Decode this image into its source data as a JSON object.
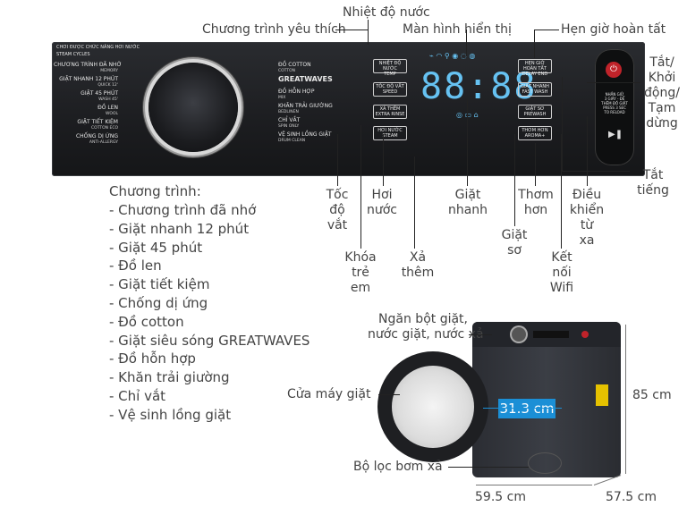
{
  "labels": {
    "nhiet_do": "Nhiệt độ nước",
    "chuong_trinh_yt": "Chương trình yêu thích",
    "man_hinh": "Màn hình hiển thị",
    "hen_gio": "Hẹn giờ hoàn tất",
    "tat_khoi_dong": [
      "Tắt/",
      "Khởi",
      "động/",
      "Tạm",
      "dừng"
    ],
    "tat_tieng": [
      "Tắt",
      "tiếng"
    ],
    "toc_do_vat": [
      "Tốc",
      "độ",
      "vắt"
    ],
    "hoi_nuoc": [
      "Hơi",
      "nước"
    ],
    "khoa_tre_em": [
      "Khóa",
      "trẻ",
      "em"
    ],
    "xa_them": [
      "Xả",
      "thêm"
    ],
    "giat_nhanh": [
      "Giặt",
      "nhanh"
    ],
    "giat_so": [
      "Giặt",
      "sơ"
    ],
    "thom_hon": [
      "Thơm",
      "hơn"
    ],
    "ket_noi_wifi": [
      "Kết",
      "nối",
      "Wifi"
    ],
    "dieu_khien_tu_xa": [
      "Điều",
      "khiển",
      "từ",
      "xa"
    ],
    "chuong_trinh_title": "Chương trình:",
    "programs": [
      "- Chương trình đã nhớ",
      "- Giặt nhanh 12 phút",
      "- Giặt 45 phút",
      "- Đồ len",
      "- Giặt tiết kiệm",
      "- Chống dị ứng",
      "- Đồ cotton",
      "- Giặt siêu sóng GREATWAVES",
      "- Đồ hỗn hợp",
      "- Khăn trải giường",
      "- Chỉ vắt",
      "- Vệ sinh lồng giặt"
    ],
    "ngan_bot": [
      "Ngăn bột giặt,",
      "nước giặt, nước xả"
    ],
    "cua_may": "Cửa máy giặt",
    "bo_loc": "Bộ lọc bơm xả",
    "dim_height": "85 cm",
    "dim_width": "59.5 cm",
    "dim_depth": "57.5 cm",
    "dim_door": "31.3 cm"
  },
  "panel": {
    "top_note": "CHƠI ĐƯỢC CHỨC NĂNG HƠI NƯỚC",
    "steam_cycles": "STEAM CYCLES",
    "left_list": [
      {
        "vi": "CHƯƠNG TRÌNH ĐÃ NHỚ",
        "en": "MEMORY"
      },
      {
        "vi": "GIẶT NHANH 12 PHÚT",
        "en": "QUICK 12'"
      },
      {
        "vi": "GIẶT 45 PHÚT",
        "en": "WASH 45'"
      },
      {
        "vi": "ĐỒ LEN",
        "en": "WOOL"
      },
      {
        "vi": "GIẶT TIẾT KIỆM",
        "en": "COTTON ECO"
      },
      {
        "vi": "CHỐNG DỊ ỨNG",
        "en": "ANTI-ALLERGY"
      }
    ],
    "right_list": [
      {
        "vi": "ĐỒ COTTON",
        "en": "COTTON"
      },
      {
        "vi": "GREATWAVES",
        "en": ""
      },
      {
        "vi": "ĐỒ HỖN HỢP",
        "en": "MIX"
      },
      {
        "vi": "KHĂN TRẢI GIƯỜNG",
        "en": "BEDLINEN"
      },
      {
        "vi": "CHỈ VẮT",
        "en": "SPIN ONLY"
      },
      {
        "vi": "VỆ SINH LỒNG GIẶT",
        "en": "DRUM CLEAN"
      }
    ],
    "btn_nhiet_do": {
      "vi": "NHIỆT ĐỘ NƯỚC",
      "en": "TEMP"
    },
    "btn_toc_do": {
      "vi": "TỐC ĐỘ VẮT",
      "en": "SPEED"
    },
    "btn_xa_them": {
      "vi": "XẢ THÊM",
      "en": "EXTRA RINSE"
    },
    "btn_hoi_nuoc": {
      "vi": "HƠI NƯỚC",
      "en": "STEAM"
    },
    "display": "88:88",
    "btn_hen_gio": {
      "vi": "HẸN GIỜ HOÀN TẤT",
      "en": "DELAY END"
    },
    "btn_giat_nhanh": {
      "vi": "GIẶT NHANH",
      "en": "FAST WASH"
    },
    "btn_giat_so": {
      "vi": "GIẶT SƠ",
      "en": "PREWASH"
    },
    "btn_thom_hon": {
      "vi": "THƠM HƠN",
      "en": "AROMA+"
    },
    "power_note": [
      "NHẤN GIỮ",
      "3 GIÂY - ĐỂ",
      "THÊM ĐỒ GIẶT",
      "PRESS 3 SEC",
      "TO RELOAD"
    ]
  },
  "colors": {
    "panel": "#1c1d20",
    "display": "#66c2f2",
    "dim_badge": "#1b8fd6",
    "washer": "#33363c"
  }
}
